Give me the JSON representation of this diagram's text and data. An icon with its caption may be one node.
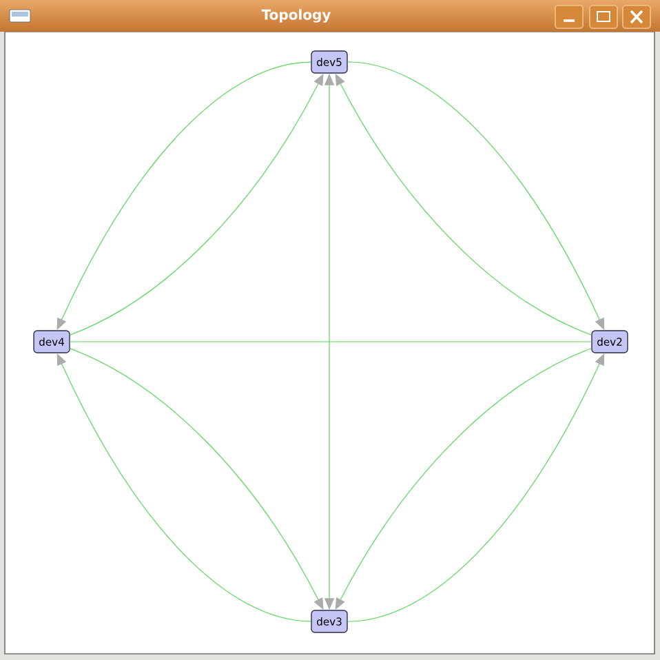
{
  "diagram": {
    "title": "Topology",
    "nodes": [
      {
        "text": [
          "dev5"
        ]
      },
      {
        "text": [
          "dev4"
        ]
      },
      {
        "text": [
          "dev2"
        ]
      },
      {
        "text": [
          "dev3"
        ]
      }
    ],
    "edges": [
      {
        "from": 0,
        "to": 1,
        "arrow": "to"
      },
      {
        "from": 1,
        "to": 0,
        "arrow": "to"
      },
      {
        "from": 0,
        "to": 2,
        "arrow": "to"
      },
      {
        "from": 2,
        "to": 0,
        "arrow": "to"
      },
      {
        "from": 3,
        "to": 1,
        "arrow": "to"
      },
      {
        "from": 1,
        "to": 3,
        "arrow": "to"
      },
      {
        "from": 3,
        "to": 2,
        "arrow": "to"
      },
      {
        "from": 2,
        "to": 3,
        "arrow": "to"
      },
      {
        "from": 0,
        "to": 3,
        "arrow": "both"
      },
      {
        "from": 1,
        "to": 2,
        "arrow": "none"
      }
    ]
  }
}
